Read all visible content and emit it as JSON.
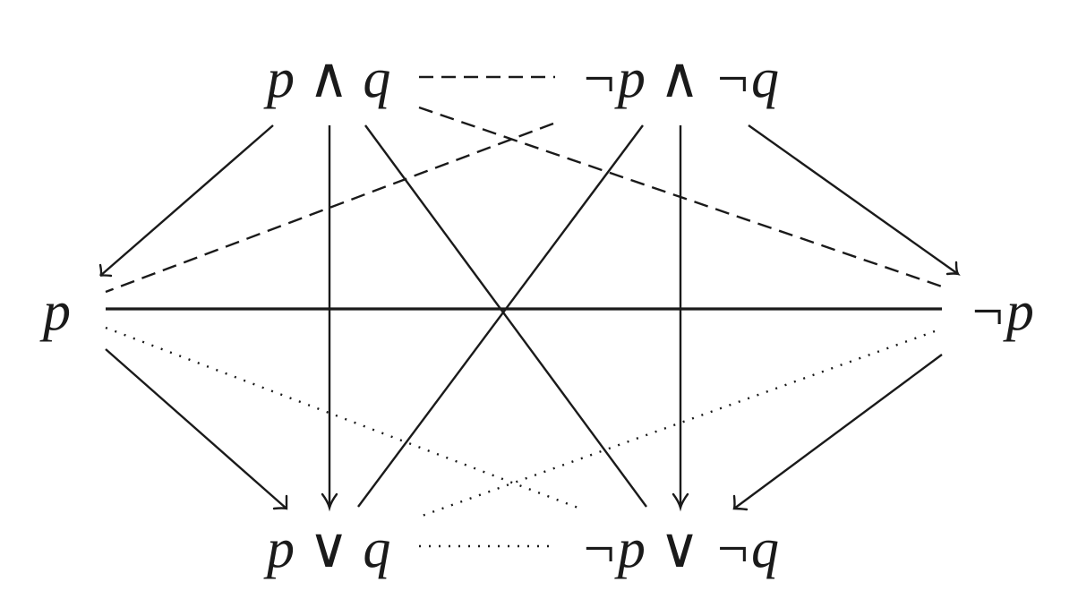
{
  "diagram": {
    "nodes": [
      {
        "id": "pq_and",
        "label": "p ∧ q"
      },
      {
        "id": "npnq_and",
        "label": "¬p ∧ ¬q"
      },
      {
        "id": "p",
        "label": "p"
      },
      {
        "id": "np",
        "label": "¬p"
      },
      {
        "id": "pq_or",
        "label": "p ∨ q"
      },
      {
        "id": "npnq_or",
        "label": "¬p ∨ ¬q"
      }
    ],
    "edges": [
      {
        "from": "pq_and",
        "to": "npnq_and",
        "style": "dashed"
      },
      {
        "from": "pq_and",
        "to": "np",
        "style": "dashed"
      },
      {
        "from": "npnq_and",
        "to": "p",
        "style": "dashed"
      },
      {
        "from": "pq_and",
        "to": "p",
        "style": "arrow"
      },
      {
        "from": "pq_and",
        "to": "pq_or",
        "style": "arrow"
      },
      {
        "from": "pq_and",
        "to": "npnq_or",
        "style": "solid"
      },
      {
        "from": "npnq_and",
        "to": "np",
        "style": "arrow"
      },
      {
        "from": "npnq_and",
        "to": "npnq_or",
        "style": "arrow"
      },
      {
        "from": "npnq_and",
        "to": "pq_or",
        "style": "solid"
      },
      {
        "from": "p",
        "to": "np",
        "style": "solid"
      },
      {
        "from": "p",
        "to": "pq_or",
        "style": "arrow"
      },
      {
        "from": "np",
        "to": "npnq_or",
        "style": "arrow"
      },
      {
        "from": "p",
        "to": "npnq_or",
        "style": "dotted"
      },
      {
        "from": "np",
        "to": "pq_or",
        "style": "dotted"
      },
      {
        "from": "pq_or",
        "to": "npnq_or",
        "style": "dotted"
      }
    ]
  }
}
